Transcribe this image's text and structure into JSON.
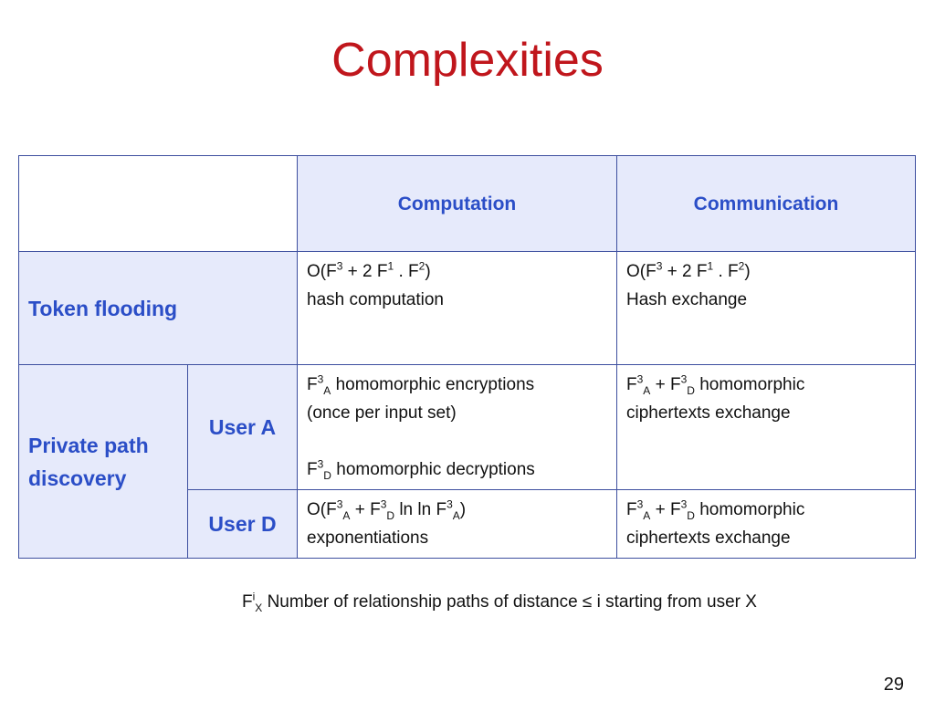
{
  "slide": {
    "title": "Complexities",
    "page_number": "29"
  },
  "table": {
    "header": {
      "computation": "Computation",
      "communication": "Communication"
    },
    "token_flooding": {
      "label": "Token flooding",
      "computation": {
        "line1": {
          "pre": "O(F",
          "s1": "3",
          "mid": " + 2 F",
          "s2": "1",
          "mid2": " . F",
          "s3": "2",
          "post": ")"
        },
        "line2": "hash computation"
      },
      "communication": {
        "line1": {
          "pre": "O(F",
          "s1": "3",
          "mid": " + 2 F",
          "s2": "1",
          "mid2": " . F",
          "s3": "2",
          "post": ")"
        },
        "line2": "Hash exchange"
      }
    },
    "private_path": {
      "label_line1": "Private path",
      "label_line2": "discovery",
      "user_a": {
        "label": "User A",
        "computation": {
          "l1": {
            "f": "F",
            "sup": "3",
            "sub": "A",
            "text": "  homomorphic encryptions"
          },
          "l2": "(once per input set)",
          "l3": {
            "f": "F",
            "sup": "3",
            "sub": "D",
            "text": "  homomorphic decryptions"
          }
        },
        "communication": {
          "l1": {
            "f1": "F",
            "sup1": "3",
            "sub1": "A",
            "plus": " + F",
            "sup2": "3",
            "sub2": "D",
            "text": "  homomorphic"
          },
          "l2": "ciphertexts exchange"
        }
      },
      "user_d": {
        "label": "User D",
        "computation": {
          "l1": {
            "pre": "O(F",
            "sup1": "3",
            "sub1": "A",
            "plus": " + F",
            "sup2": "3",
            "sub2": "D",
            "ln": "  ln ln F",
            "sup3": "3",
            "sub3": "A",
            "post": ")"
          },
          "l2": "exponentiations"
        },
        "communication": {
          "l1": {
            "f1": "F",
            "sup1": "3",
            "sub1": "A",
            "plus": " + F",
            "sup2": "3",
            "sub2": "D",
            "text": " homomorphic"
          },
          "l2": "ciphertexts exchange"
        }
      }
    }
  },
  "footnote": {
    "f": "F",
    "sup": "i",
    "sub": "X",
    "text": " Number of relationship paths of distance ≤ i starting from user X"
  }
}
